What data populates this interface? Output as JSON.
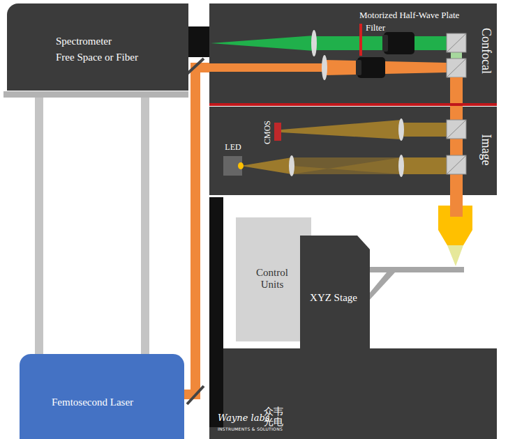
{
  "diagram": {
    "nodes": [
      {
        "text": [
          "Spectrometer",
          "Free Space or Fiber"
        ]
      },
      {
        "text": [
          "Confocal"
        ]
      },
      {
        "text": [
          "Image"
        ]
      },
      {
        "text": [
          "Control Units"
        ]
      },
      {
        "text": [
          "XYZ Stage"
        ]
      },
      {
        "text": [
          "Femtosecond Laser"
        ]
      }
    ],
    "edges": [
      {
        "from": 5,
        "to": 1,
        "arrow": "none"
      }
    ],
    "labels": [
      "Filter",
      "Motorized Half-Wave Plate",
      "CMOS",
      "LED",
      "Wayne labs",
      "众韦光电",
      "INSTRUMENTS & SOLUTIONS"
    ]
  }
}
